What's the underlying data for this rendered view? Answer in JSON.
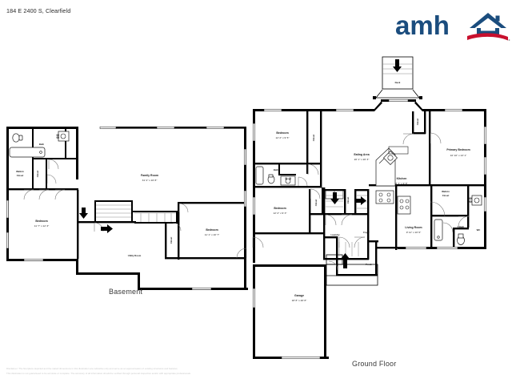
{
  "header": {
    "address": "184 E 2400 S, Clearfield",
    "logo_text": "amh",
    "logo_alt": "amh-logo",
    "brand_blue": "#1b4d7e",
    "brand_red": "#c8102e"
  },
  "floors": [
    {
      "id": "basement",
      "caption": "Basement"
    },
    {
      "id": "ground",
      "caption": "Ground Floor"
    }
  ],
  "basement_rooms": [
    {
      "name": "Bath",
      "dim": ""
    },
    {
      "name": "Walk-In Closet",
      "dim": ""
    },
    {
      "name": "Closet",
      "dim": ""
    },
    {
      "name": "Bedroom",
      "dim": "11' 7\" x 12' 3\""
    },
    {
      "name": "Family Room",
      "dim": "31' 2\" x 16' 8\""
    },
    {
      "name": "Utility Room",
      "dim": ""
    },
    {
      "name": "Closet",
      "dim": ""
    },
    {
      "name": "Bedroom",
      "dim": "11' 1\" x 10' 7\""
    }
  ],
  "ground_rooms": [
    {
      "name": "Deck",
      "dim": ""
    },
    {
      "name": "Bedroom",
      "dim": "12' 2\" x 9' 5\""
    },
    {
      "name": "Closet",
      "dim": ""
    },
    {
      "name": "Bath",
      "dim": ""
    },
    {
      "name": "Eating Area",
      "dim": "20' 1\" x 20' 3\""
    },
    {
      "name": "Kitchen",
      "dim": "8' 3\" x 9' 8\""
    },
    {
      "name": "Closet",
      "dim": ""
    },
    {
      "name": "Primary Bedroom",
      "dim": "10' 10\" x 13' 1\""
    },
    {
      "name": "Walk-In Closet",
      "dim": ""
    },
    {
      "name": "Bedroom",
      "dim": "12' 2\" x 9' 3\""
    },
    {
      "name": "Closet",
      "dim": ""
    },
    {
      "name": "Laundry",
      "dim": ""
    },
    {
      "name": "Foyer",
      "dim": ""
    },
    {
      "name": "Living Room",
      "dim": "9' 11\" x 10' 6\""
    },
    {
      "name": "F.Bath",
      "dim": ""
    },
    {
      "name": "WC",
      "dim": ""
    },
    {
      "name": "Porch",
      "dim": ""
    },
    {
      "name": "Garage",
      "dim": "18' 8\" x 20' 8\""
    }
  ],
  "labels": {
    "bath": "Bath",
    "walk_in_closet_l1": "Walk-In",
    "walk_in_closet_l2": "Closet",
    "closet": "Closet",
    "bedroom": "Bedroom",
    "bedroom_dim_1": "11' 7\" x 12' 3\"",
    "bedroom_dim_2": "11' 1\" x 10' 7\"",
    "family_room": "Family Room",
    "family_room_dim": "31' 2\" x 16' 8\"",
    "utility_room": "Utility Room",
    "deck": "Deck",
    "bedroom_g1_dim": "12' 2\" x 9' 5\"",
    "bedroom_g2_dim": "12' 2\" x 9' 3\"",
    "eating_area": "Eating Area",
    "eating_area_dim": "20' 1\" x 20' 3\"",
    "kitchen": "Kitchen",
    "kitchen_dim": "8' 3\" x 9' 8\"",
    "primary_bedroom": "Primary Bedroom",
    "primary_bedroom_dim": "10' 10\" x 13' 1\"",
    "laundry": "Laundry",
    "foyer": "Foyer",
    "living_room": "Living Room",
    "living_room_dim": "9' 11\" x 10' 6\"",
    "f_bath": "F.Bath",
    "wc": "WC",
    "porch": "Porch",
    "garage": "Garage",
    "garage_dim": "18' 8\" x 20' 8\""
  },
  "disclaimer": {
    "line1": "Disclaimer: The floorplans depicted and the stated dimensions in this illustration are indicative only and serve as an approximation of existing structures and features.",
    "line2": "This illustration is not guaranteed to be accurate or complete. The accuracy of all information should be verified through personal inspection and/or with appropriate professionals."
  }
}
